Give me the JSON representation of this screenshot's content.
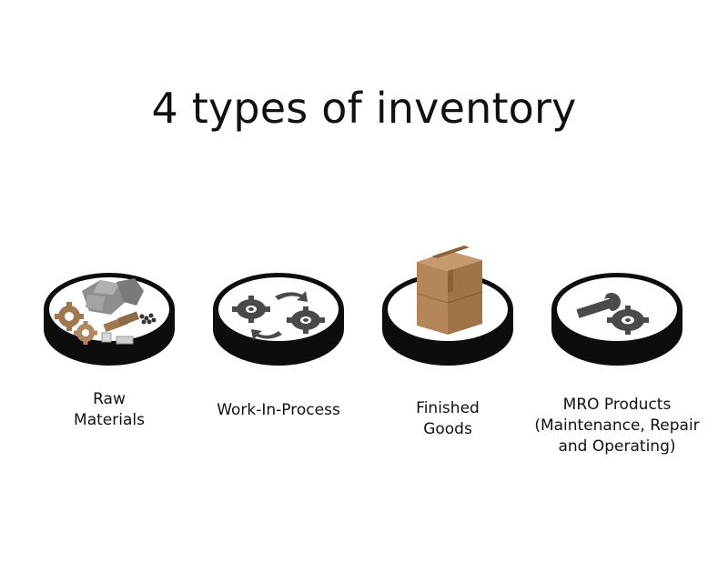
{
  "title": "4 types of inventory",
  "items": [
    {
      "label_lines": [
        "Raw",
        "Materials"
      ],
      "icon": "raw-materials-icon"
    },
    {
      "label_lines": [
        "Work-In-Process"
      ],
      "icon": "work-in-process-icon"
    },
    {
      "label_lines": [
        "Finished",
        "Goods"
      ],
      "icon": "finished-goods-box-icon"
    },
    {
      "label_lines": [
        "MRO Products",
        "(Maintenance, Repair",
        "and Operating)"
      ],
      "icon": "mro-wrench-gear-icon"
    }
  ],
  "colors": {
    "platform_top": "#ffffff",
    "platform_side": "#0d0d0d",
    "gear_dark": "#4a4a4a",
    "gear_bronze": "#a07850",
    "box": "#b5865a",
    "rock": "#8e8e8e"
  }
}
